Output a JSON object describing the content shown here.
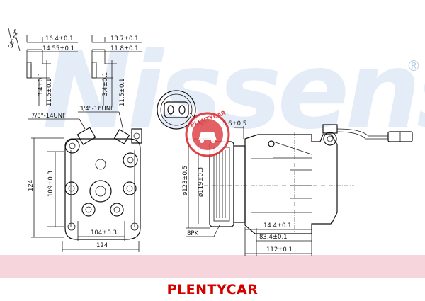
{
  "watermark": {
    "brand_word": "Nissens",
    "registered_mark": "®",
    "color": "#cfe0f2"
  },
  "stamp": {
    "text": "PLENTYCAR",
    "color": "#d9262b"
  },
  "labels": {
    "angle": "20°±1°",
    "dim_16_4": "16.4±0.1",
    "dim_14_55": "14.55±0.1",
    "dim_13_7": "13.7±0.1",
    "dim_11_8": "11.8±0.1",
    "dim_3_4_left": "3.4±0.1",
    "dim_11_5_left": "11.5±0.1",
    "dim_3_4_right": "3.4±0.1",
    "dim_11_5_right": "11.5±0.1",
    "thread_large": "7/8\"-14UNF",
    "thread_small": "3/4\"-16UNF",
    "dim_124_v": "124",
    "dim_109": "109±0.3",
    "dim_104": "104±0.3",
    "dim_124_h": "124",
    "dim_6_6": "6.6±0.5",
    "dim_dia_123": "ø123±0.5",
    "dim_dia_119": "ø119±0.3",
    "belt": "8PK",
    "dim_14_4": "14.4±0.1",
    "dim_83_4": "83.4±0.1",
    "dim_112": "112±0.1"
  },
  "footer": {
    "brand": "PLENTYCAR",
    "band_color": "#f6d6dc",
    "text_color": "#d40000"
  }
}
